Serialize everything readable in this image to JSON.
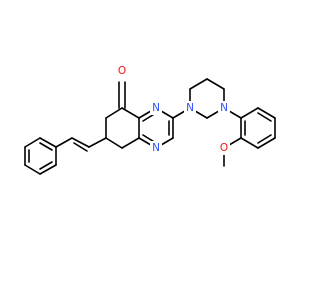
{
  "colors": {
    "bond": "#000000",
    "nitrogen": "#3050F8",
    "oxygen": "#FF0D0D",
    "background": "#ffffff"
  },
  "molecule": {
    "atom_labels": {
      "ketone_oxygen": "O",
      "pyrimidine_n3": "N",
      "pyrimidine_n1": "N",
      "piperazine_n1": "N",
      "piperazine_n4": "N",
      "methoxy_oxygen": "O"
    }
  }
}
